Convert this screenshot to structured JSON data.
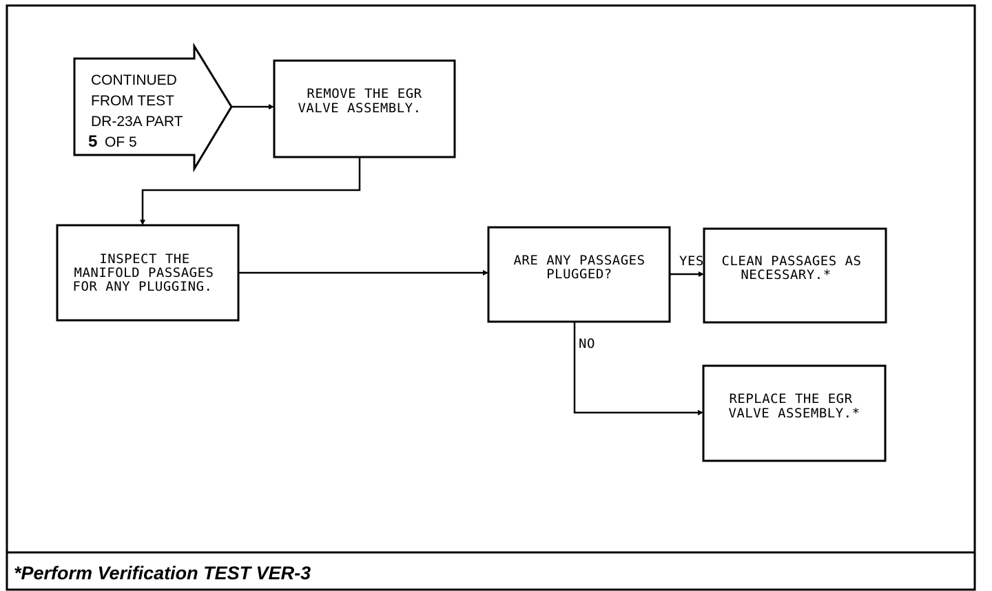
{
  "diagram": {
    "continued_from": {
      "lines": [
        "CONTINUED",
        "FROM TEST",
        "DR-23A PART"
      ],
      "part_number": "5",
      "part_of": "OF 5"
    },
    "nodes": {
      "remove_egr": [
        "REMOVE THE EGR",
        "VALVE ASSEMBLY."
      ],
      "inspect_manifold": [
        "INSPECT THE",
        "MANIFOLD PASSAGES",
        "FOR ANY PLUGGING."
      ],
      "passages_plugged": [
        "ARE ANY PASSAGES",
        "PLUGGED?"
      ],
      "clean_passages": [
        "CLEAN PASSAGES AS",
        "NECESSARY.*"
      ],
      "replace_egr": [
        "REPLACE THE EGR",
        "VALVE ASSEMBLY.*"
      ]
    },
    "labels": {
      "yes": "YES",
      "no": "NO"
    }
  },
  "footer": {
    "note": "*Perform Verification TEST VER-3"
  }
}
